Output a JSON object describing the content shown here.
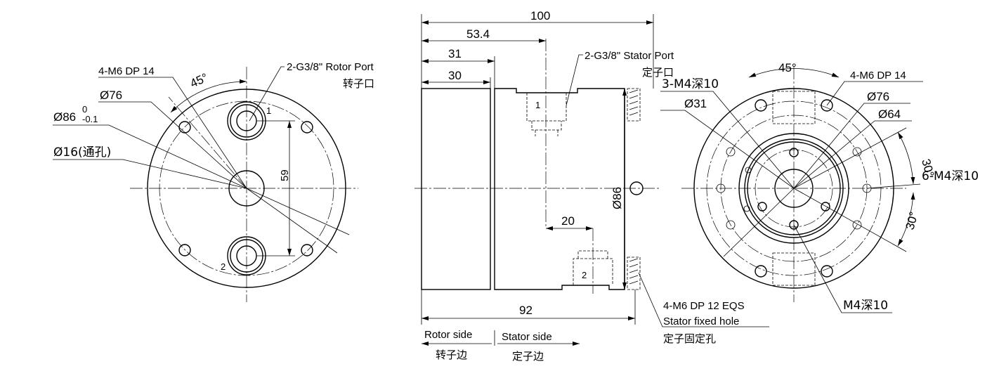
{
  "left_view": {
    "rotor_port": "2-G3/8\"  Rotor Port",
    "rotor_port_cn": "转子口",
    "mount_holes": "4-M6 DP  14",
    "angle": "45°",
    "dia76": "Ø76",
    "dia86": "Ø86",
    "dia86_tol_upper": "0",
    "dia86_tol_lower": "-0.1",
    "dia16": "Ø16(通孔)",
    "port_spacing": "59",
    "port1": "1",
    "port2": "2"
  },
  "side_view": {
    "overall_length": "100",
    "port_offset": "53.4",
    "rotor_len_31": "31",
    "rotor_len_30": "30",
    "stator_port": "2-G3/8\" Stator Port",
    "stator_port_cn": "定子口",
    "port_gap": "20",
    "body_dia": "Ø86",
    "stator_len": "92",
    "port1": "1",
    "port2": "2",
    "rotor_side": "Rotor side",
    "rotor_side_cn": "转子边",
    "stator_side": "Stator side",
    "stator_side_cn": "定子边",
    "fixed_holes": "4-M6 DP 12 EQS",
    "fixed_holes_en": "Stator fixed hole",
    "fixed_holes_cn": "定子固定孔"
  },
  "right_view": {
    "angle": "45°",
    "mount_holes": "4-M6 DP  14",
    "holes_3": "3-M4深10",
    "dia76": "Ø76",
    "dia31": "Ø31",
    "dia64": "Ø64",
    "angle_30_a": "30°",
    "holes_6": "6-M4深10",
    "angle_30_b": "30°",
    "m4": "M4深10"
  }
}
